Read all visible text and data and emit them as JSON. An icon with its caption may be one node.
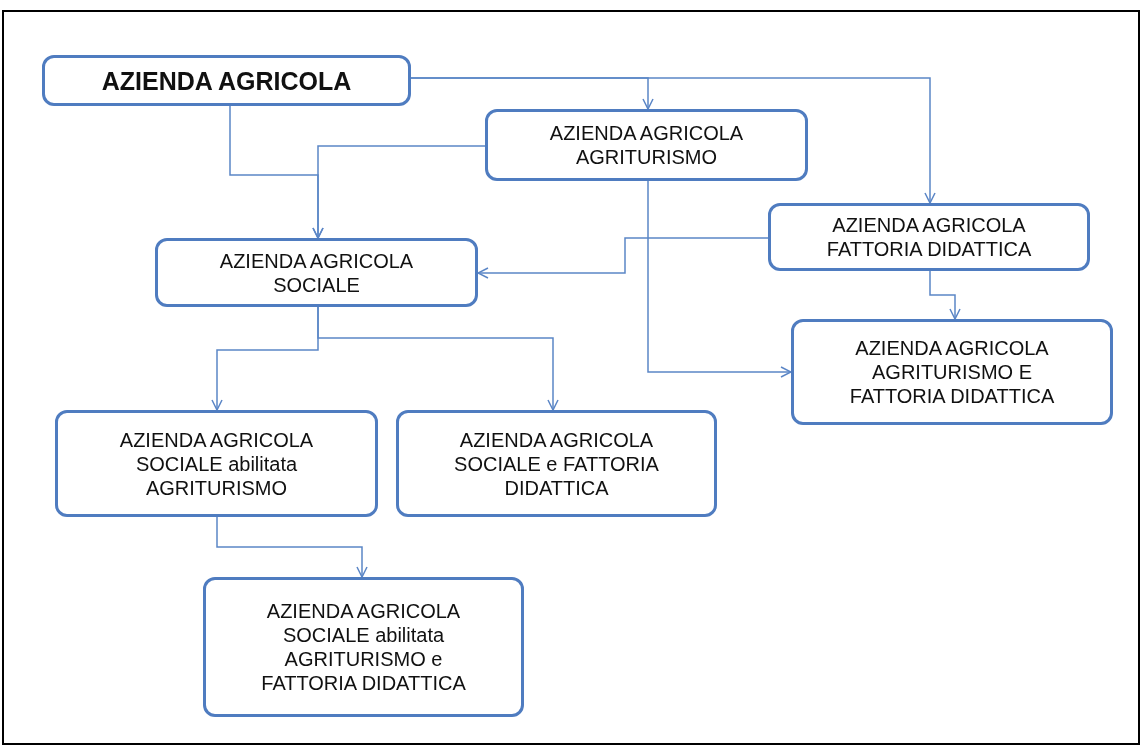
{
  "diagram": {
    "nodes": [
      {
        "text": [
          "AZIENDA AGRICOLA"
        ]
      },
      {
        "text": [
          "AZIENDA AGRICOLA AGRITURISMO"
        ]
      },
      {
        "text": [
          "AZIENDA AGRICOLA FATTORIA DIDATTICA"
        ]
      },
      {
        "text": [
          "AZIENDA AGRICOLA SOCIALE"
        ]
      },
      {
        "text": [
          "AZIENDA AGRICOLA AGRITURISMO E FATTORIA DIDATTICA"
        ]
      },
      {
        "text": [
          "AZIENDA AGRICOLA SOCIALE abilitata AGRITURISMO"
        ]
      },
      {
        "text": [
          "AZIENDA AGRICOLA SOCIALE e FATTORIA DIDATTICA"
        ]
      },
      {
        "text": [
          "AZIENDA AGRICOLA SOCIALE abilitata AGRITURISMO e FATTORIA DIDATTICA"
        ]
      }
    ],
    "edges": [
      {
        "from": 0,
        "to": 1,
        "arrow": "to"
      },
      {
        "from": 0,
        "to": 2,
        "arrow": "to"
      },
      {
        "from": 0,
        "to": 3,
        "arrow": "to"
      },
      {
        "from": 1,
        "to": 3,
        "arrow": "to"
      },
      {
        "from": 1,
        "to": 4,
        "arrow": "to"
      },
      {
        "from": 2,
        "to": 3,
        "arrow": "to"
      },
      {
        "from": 2,
        "to": 4,
        "arrow": "to"
      },
      {
        "from": 3,
        "to": 5,
        "arrow": "to"
      },
      {
        "from": 3,
        "to": 6,
        "arrow": "to"
      },
      {
        "from": 5,
        "to": 7,
        "arrow": "to"
      }
    ]
  }
}
